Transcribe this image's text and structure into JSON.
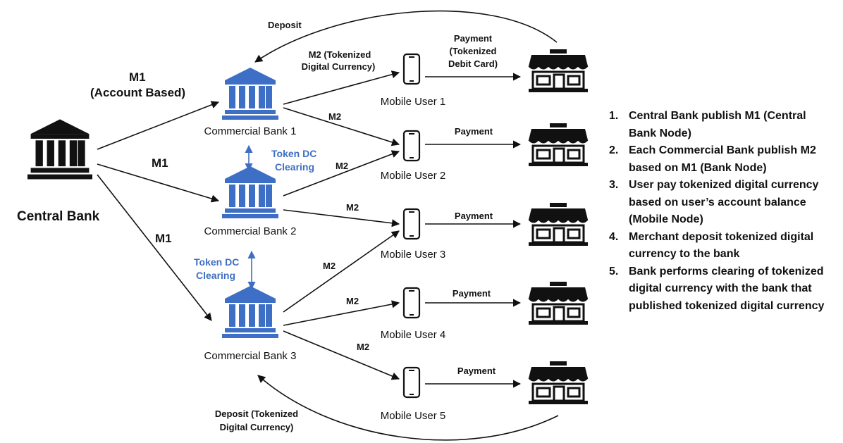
{
  "central_bank": {
    "label": "Central Bank"
  },
  "commercial_banks": [
    {
      "label": "Commercial Bank 1"
    },
    {
      "label": "Commercial Bank 2"
    },
    {
      "label": "Commercial Bank 3"
    }
  ],
  "mobile_users": [
    {
      "label": "Mobile User 1"
    },
    {
      "label": "Mobile User 2"
    },
    {
      "label": "Mobile User 3"
    },
    {
      "label": "Mobile User 4"
    },
    {
      "label": "Mobile User 5"
    }
  ],
  "edge_labels": {
    "m1_account_line1": "M1",
    "m1_account_line2": "(Account Based)",
    "m1_bank2": "M1",
    "m1_bank3": "M1",
    "m2_tokenized_line1": "M2 (Tokenized",
    "m2_tokenized_line2": "Digital Currency)",
    "m2": "M2",
    "payment_tokenized_line1": "Payment",
    "payment_tokenized_line2": "(Tokenized",
    "payment_tokenized_line3": "Debit Card)",
    "payment": "Payment",
    "deposit_top": "Deposit",
    "deposit_bottom_line1": "Deposit (Tokenized",
    "deposit_bottom_line2": "Digital Currency)",
    "clearing_line1": "Token DC",
    "clearing_line2": "Clearing"
  },
  "steps": [
    {
      "num": "1.",
      "text": "Central Bank publish M1 (Central Bank Node)"
    },
    {
      "num": "2.",
      "text": "Each Commercial Bank publish M2 based on M1 (Bank Node)"
    },
    {
      "num": "3.",
      "text": "User pay tokenized digital currency based on user’s account balance (Mobile Node)"
    },
    {
      "num": "4.",
      "text": "Merchant deposit tokenized digital currency to the bank"
    },
    {
      "num": "5.",
      "text": "Bank performs clearing of tokenized digital currency with the bank that published tokenized digital currency"
    }
  ],
  "colors": {
    "bank_blue": "#3e6fc6",
    "ink": "#111111",
    "clearing_blue": "#3f6fc2"
  }
}
